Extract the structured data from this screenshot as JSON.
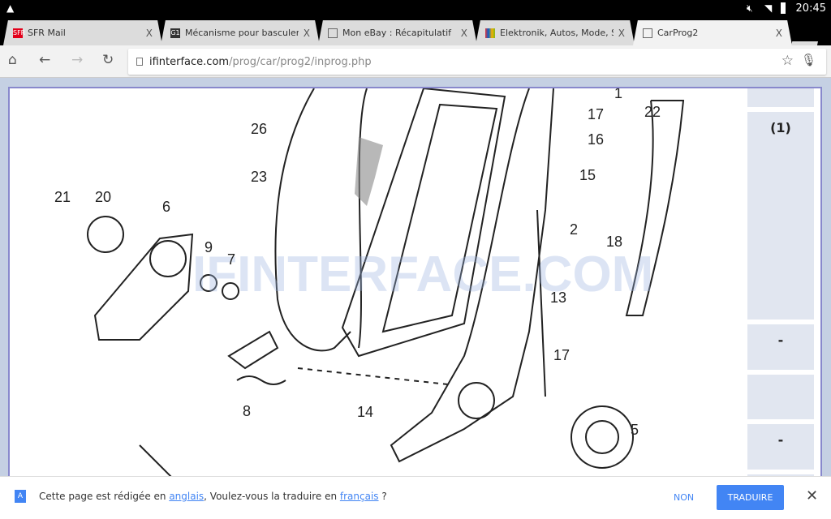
{
  "status": {
    "time": "20:45",
    "icons": [
      "notification-icon",
      "mute-icon",
      "wifi-icon",
      "battery-icon"
    ]
  },
  "tabs": [
    {
      "title": "SFR Mail",
      "favicon": "SFR",
      "color": "#e2001a",
      "active": false
    },
    {
      "title": "Mécanisme pour basculer les",
      "favicon": "G1",
      "color": "#333333",
      "active": false
    },
    {
      "title": "Mon eBay : Récapitulatif",
      "favicon": "",
      "color": "",
      "active": false
    },
    {
      "title": "Elektronik, Autos, Mode, Sa",
      "favicon": "",
      "color": "#ffcc00",
      "active": false
    },
    {
      "title": "CarProg2",
      "favicon": "",
      "color": "",
      "active": true
    }
  ],
  "tab_close": "X",
  "url": {
    "host": "ifinterface.com",
    "path": "/prog/car/prog2/inprog.php"
  },
  "diagram": {
    "watermark": "IFINTERFACE.COM",
    "labels": [
      "26",
      "23",
      "21",
      "20",
      "6",
      "9",
      "7",
      "8",
      "14",
      "1",
      "17",
      "16",
      "15",
      "2",
      "18",
      "22",
      "13",
      "17",
      "5"
    ]
  },
  "side_cells": [
    "",
    "(1)",
    "-",
    "",
    "-",
    ""
  ],
  "translate": {
    "text1": "Cette page est rédigée en ",
    "lang1": "anglais",
    "text2": ", Voulez-vous la traduire en ",
    "lang2": "français",
    "text3": " ?",
    "no": "NON",
    "yes": "TRADUIRE",
    "close": "✕"
  }
}
